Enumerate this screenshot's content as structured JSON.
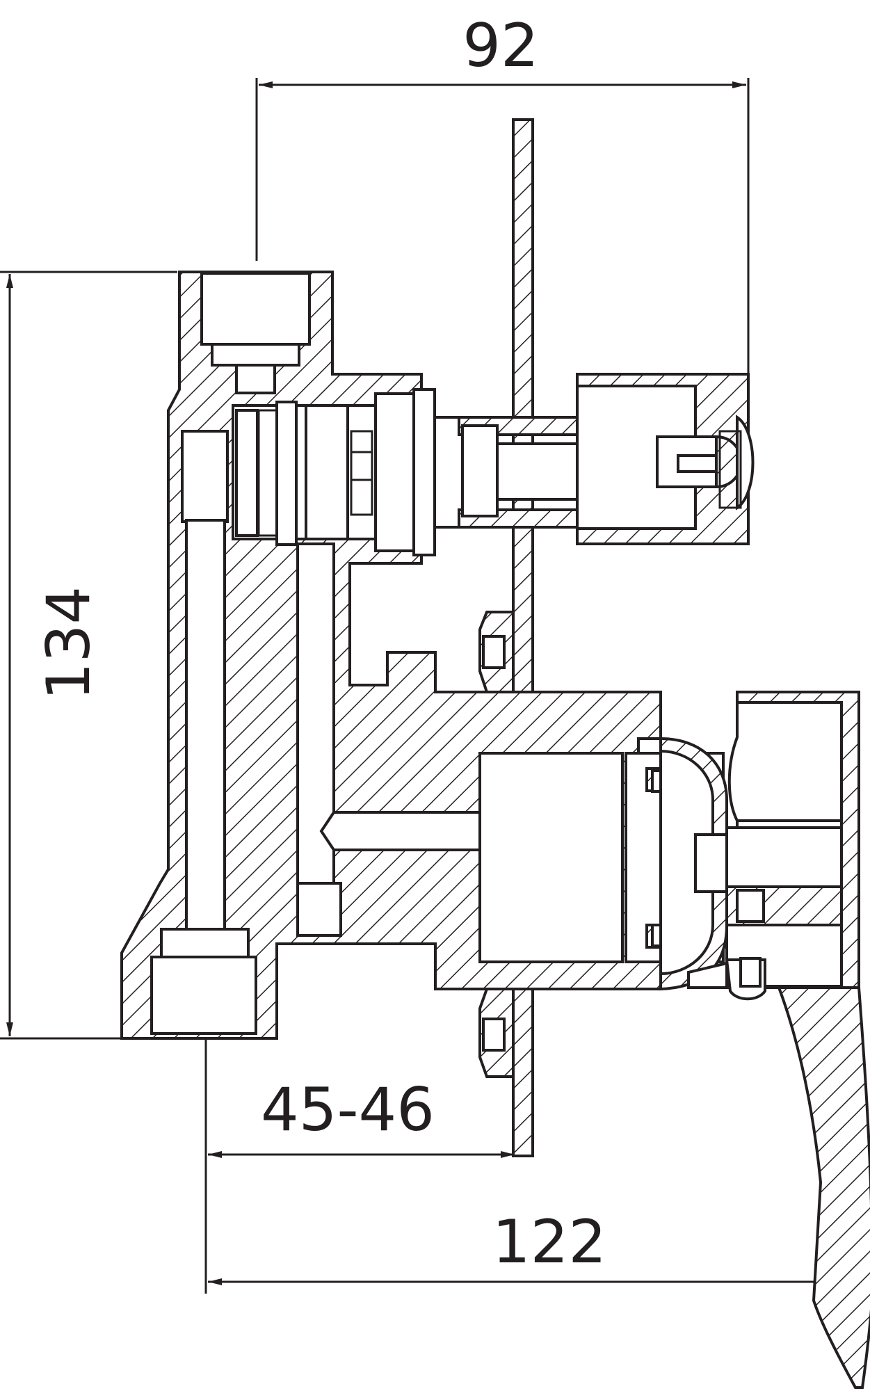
{
  "dimensions": {
    "width_top": "92",
    "height_left": "134",
    "depth_wall": "45-46",
    "total_depth": "122"
  },
  "colors": {
    "line": "#231f20",
    "background": "#ffffff"
  }
}
